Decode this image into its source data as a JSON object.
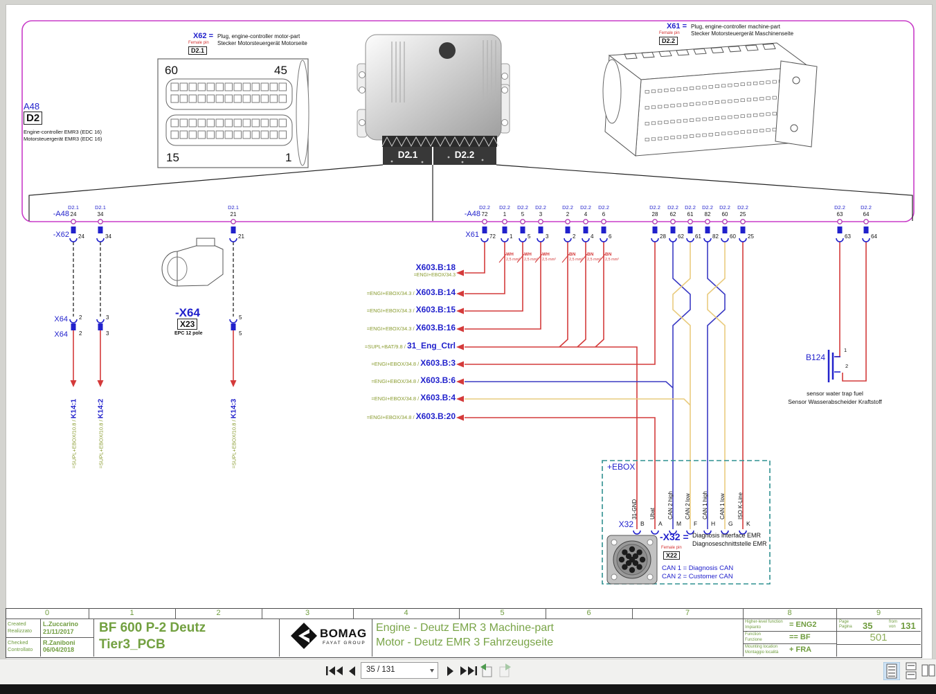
{
  "colors": {
    "magenta": "#c83cc8",
    "blue": "#2121cc",
    "wire_red": "#d43a3a",
    "wire_blue": "#3a3ac4",
    "wire_yellow": "#e9cb7e",
    "green": "#8a9c30",
    "teal": "#2f9090",
    "title_green": "#6f9c3e"
  },
  "diagram": {
    "x62_note": {
      "id": "X62 =",
      "en": "Plug, engine-controller motor-part",
      "de": "Stecker Motorsteuergerät Motorseite",
      "pin_note": "Female pin",
      "ref_box": "D2.1"
    },
    "x61_note": {
      "id": "X61 =",
      "en": "Plug, engine-controller machine-part",
      "de": "Stecker Motorsteuergerät Maschinenseite",
      "pin_note": "Female pin",
      "ref_box": "D2.2"
    },
    "a48": {
      "ref": "A48",
      "code": "D2",
      "en": "Engine-controller EMR3 (EDC 16)",
      "de": "Motorsteuergerät EMR3 (EDC 16)"
    },
    "x62_corners": {
      "top_left": "60",
      "top_right": "45",
      "bottom_left": "15",
      "bottom_right": "1"
    },
    "ecu_tabs": [
      "D2.1",
      "D2.2"
    ],
    "left_group": {
      "device_label": "-A48",
      "plug_label": "-X62",
      "bus": "D2.1",
      "x64_row_labels": [
        "X64",
        "X64"
      ],
      "pins": [
        {
          "ecu_pin": "24",
          "x64_pin": "2",
          "dest_prefix": "=SUPL+EBOX/10.8 /",
          "dest": "K14:1"
        },
        {
          "ecu_pin": "34",
          "x64_pin": "3",
          "dest_prefix": "=SUPL+EBOX/10.8 /",
          "dest": "K14:2"
        },
        {
          "ecu_pin": "21",
          "x64_pin": "5",
          "dest_prefix": "=SUPL+EBOX/10.8 /",
          "dest": "K14:3"
        }
      ],
      "x64_connector": {
        "label": "-X64",
        "ref_box": "X23",
        "type": "EPC 12 pole"
      }
    },
    "right_group": {
      "device_label": "-A48",
      "plug_label": "X61",
      "bus": "D2.2",
      "pins": [
        "72",
        "1",
        "5",
        "3",
        "2",
        "4",
        "6",
        "28",
        "62",
        "61",
        "82",
        "60",
        "25",
        "63",
        "64"
      ],
      "wire_specs": [
        {
          "pin": "1",
          "color": "WH",
          "size": "2,5 mm²"
        },
        {
          "pin": "5",
          "color": "WH",
          "size": "2,5 mm²"
        },
        {
          "pin": "3",
          "color": "WH",
          "size": "2,5 mm²"
        },
        {
          "pin": "2",
          "color": "BN",
          "size": "2,5 mm²"
        },
        {
          "pin": "4",
          "color": "BN",
          "size": "2,5 mm²"
        },
        {
          "pin": "6",
          "color": "BN",
          "size": "2,5 mm²"
        }
      ]
    },
    "net_labels": [
      {
        "name": "X603.B:18",
        "prefix": "=ENGI+EBOX/34.3",
        "stacked": true
      },
      {
        "prefix": "=ENGI+EBOX/34.3 /",
        "name": "X603.B:14"
      },
      {
        "prefix": "=ENGI+EBOX/34.3 /",
        "name": "X603.B:15"
      },
      {
        "prefix": "=ENGI+EBOX/34.3 /",
        "name": "X603.B:16"
      },
      {
        "prefix": "=SUPL+BAT/9.8 /",
        "name": "31_Eng_Ctrl"
      },
      {
        "prefix": "=ENGI+EBOX/34.8 /",
        "name": "X603.B:3"
      },
      {
        "prefix": "=ENGI+EBOX/34.8 /",
        "name": "X603.B:6"
      },
      {
        "prefix": "=ENGI+EBOX/34.8 /",
        "name": "X603.B:4"
      },
      {
        "prefix": "=ENGI+EBOX/34.8 /",
        "name": "X603.B:20"
      }
    ],
    "b124": {
      "label": "B124",
      "pins": [
        "1",
        "2"
      ],
      "caption_en": "sensor water trap fuel",
      "caption_de": "Sensor Wasserabscheider Kraftstoff"
    },
    "ebox": {
      "label": "+EBOX",
      "x32_label": "X32",
      "signals": [
        "31-GND",
        "Ubat",
        "CAN 2 high",
        "CAN 2 low",
        "CAN 1 high",
        "CAN 1 low",
        "ISO K-Line"
      ],
      "x32_pins": [
        "B",
        "A",
        "M",
        "F",
        "H",
        "G",
        "K"
      ],
      "x32_note": {
        "id": "-X32 =",
        "en": "Diagnosis interface EMR",
        "de": "Diagnoseschnittstelle EMR",
        "pin_note": "Female pin",
        "ref_box": "X22",
        "can1": "CAN 1 = Diagnosis CAN",
        "can2": "CAN 2 = Customer CAN"
      }
    }
  },
  "title_block": {
    "columns": [
      "0",
      "1",
      "2",
      "3",
      "4",
      "5",
      "6",
      "7",
      "8",
      "9"
    ],
    "created_label_en": "Created",
    "created_label_it": "Realizzato",
    "created_by": "L.Zuccarino",
    "created_date": "21/11/2017",
    "checked_label_en": "Checked",
    "checked_label_it": "Controllato",
    "checked_by": "R.Zaniboni",
    "checked_date": "06/04/2018",
    "project_line1": "BF 600 P-2 Deutz",
    "project_line2": "Tier3_PCB",
    "logo": {
      "name": "BOMAG",
      "sub": "FAYAT GROUP"
    },
    "sheet_title_en": "Engine - Deutz EMR 3 Machine-part",
    "sheet_title_de": "Motor - Deutz EMR 3 Fahrzeugseite",
    "function_rows": [
      {
        "label_en": "Higher-level function",
        "label_it": "Impianto",
        "value": "= ENG2"
      },
      {
        "label_en": "Function",
        "label_it": "Funzione",
        "value": "== BF"
      },
      {
        "label_en": "Mounting location",
        "label_it": "Montaggio località",
        "value": "+ FRA"
      }
    ],
    "page": {
      "label_en": "Page",
      "label_it": "Pagina",
      "number": "35",
      "of_label_en": "from",
      "of_label_de": "von",
      "total": "131",
      "sheet_code": "501"
    }
  },
  "viewer": {
    "toolbar": {
      "page_indicator": "35 / 131",
      "icons": [
        "first-page",
        "previous-page",
        "next-page",
        "last-page",
        "previous-view",
        "next-view"
      ],
      "layout_icons": [
        "single-page",
        "continuous",
        "two-page"
      ]
    }
  }
}
